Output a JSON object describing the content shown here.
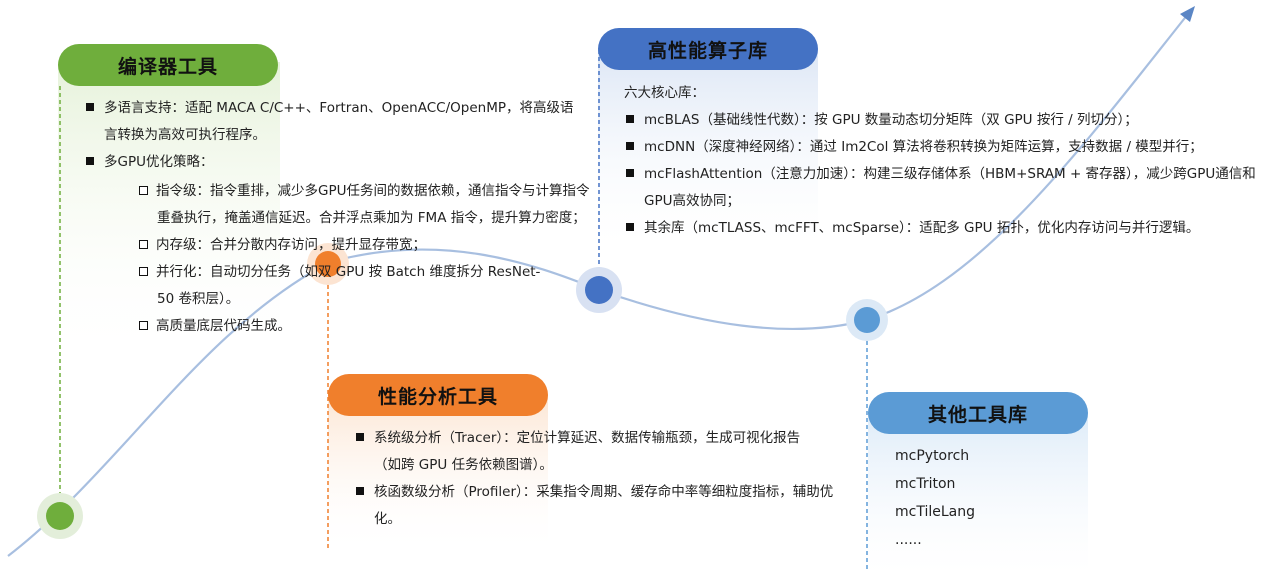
{
  "colors": {
    "green": "#6FAE3C",
    "orange": "#F07F2C",
    "blue": "#4472C4",
    "light_blue": "#5B9BD5",
    "curve": "#A8BFE0",
    "arrow": "#5B86C5"
  },
  "compiler": {
    "title": "编译器工具",
    "items": [
      {
        "text": "多语言支持：适配 MACA C/C++、Fortran、OpenACC/OpenMP，将高级语言转换为高效可执行程序。"
      },
      {
        "text": "多GPU优化策略："
      }
    ],
    "sub_items": [
      {
        "text": "指令级：指令重排，减少多GPU任务间的数据依赖，通信指令与计算指令重叠执行，掩盖通信延迟。合并浮点乘加为 FMA 指令，提升算力密度；"
      },
      {
        "text": "内存级：合并分散内存访问，提升显存带宽；"
      },
      {
        "text": "并行化：自动切分任务（如双 GPU 按 Batch 维度拆分 ResNet-50 卷积层）。"
      },
      {
        "text": "高质量底层代码生成。"
      }
    ]
  },
  "operator_lib": {
    "title": "高性能算子库",
    "intro": "六大核心库：",
    "items": [
      {
        "text": "mcBLAS（基础线性代数）：按 GPU 数量动态切分矩阵（双 GPU 按行 / 列切分）；"
      },
      {
        "text": "mcDNN（深度神经网络）：通过 Im2Col 算法将卷积转换为矩阵运算，支持数据 / 模型并行；"
      },
      {
        "text": "mcFlashAttention（注意力加速）：构建三级存储体系（HBM+SRAM + 寄存器），减少跨GPU通信和GPU高效协同；"
      },
      {
        "text": "其余库（mcTLASS、mcFFT、mcSparse）：适配多 GPU 拓扑，优化内存访问与并行逻辑。"
      }
    ]
  },
  "profiler": {
    "title": "性能分析工具",
    "items": [
      {
        "text": "系统级分析（Tracer）：定位计算延迟、数据传输瓶颈，生成可视化报告（如跨 GPU 任务依赖图谱）。"
      },
      {
        "text": "核函数级分析（Profiler）：采集指令周期、缓存命中率等细粒度指标，辅助优化。"
      }
    ]
  },
  "other_libs": {
    "title": "其他工具库",
    "items": [
      "mcPytorch",
      "mcTriton",
      "mcTileLang",
      "......"
    ]
  }
}
